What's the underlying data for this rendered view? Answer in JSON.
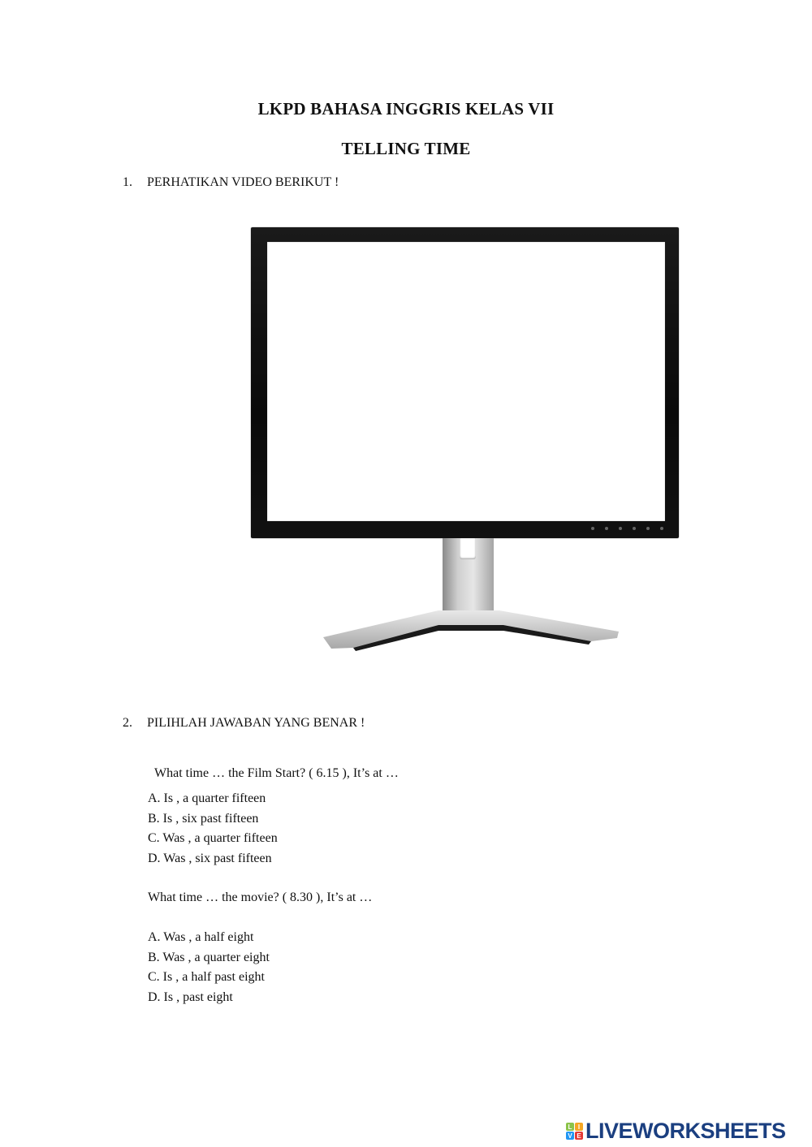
{
  "document": {
    "title": "LKPD BAHASA INGGRIS KELAS VII",
    "subtitle": "TELLING TIME"
  },
  "section1": {
    "number": "1.",
    "instruction": "PERHATIKAN VIDEO BERIKUT !",
    "media": {
      "type": "video-placeholder",
      "icon": "monitor-icon"
    }
  },
  "section2": {
    "number": "2.",
    "instruction": "PILIHLAH JAWABAN YANG BENAR !",
    "questions": [
      {
        "text": "What time … the Film Start? ( 6.15 ), It’s at …",
        "options": [
          "A. Is , a quarter fifteen",
          "B. Is ,  six past fifteen",
          "C. Was , a quarter fifteen",
          "D. Was , six past fifteen"
        ]
      },
      {
        "text": "What time … the movie? ( 8.30 ), It’s at …",
        "options": [
          "A. Was , a half eight",
          "B. Was , a quarter eight",
          "C. Is , a half past eight",
          "D. Is , past eight"
        ]
      }
    ]
  },
  "footer": {
    "logo_letters": [
      "L",
      "I",
      "V",
      "E"
    ],
    "logo_colors": [
      "#8bc34a",
      "#f5a623",
      "#2196f3",
      "#e53935"
    ],
    "brand": "LIVEWORKSHEETS",
    "brand_color": "#1b3f80"
  }
}
